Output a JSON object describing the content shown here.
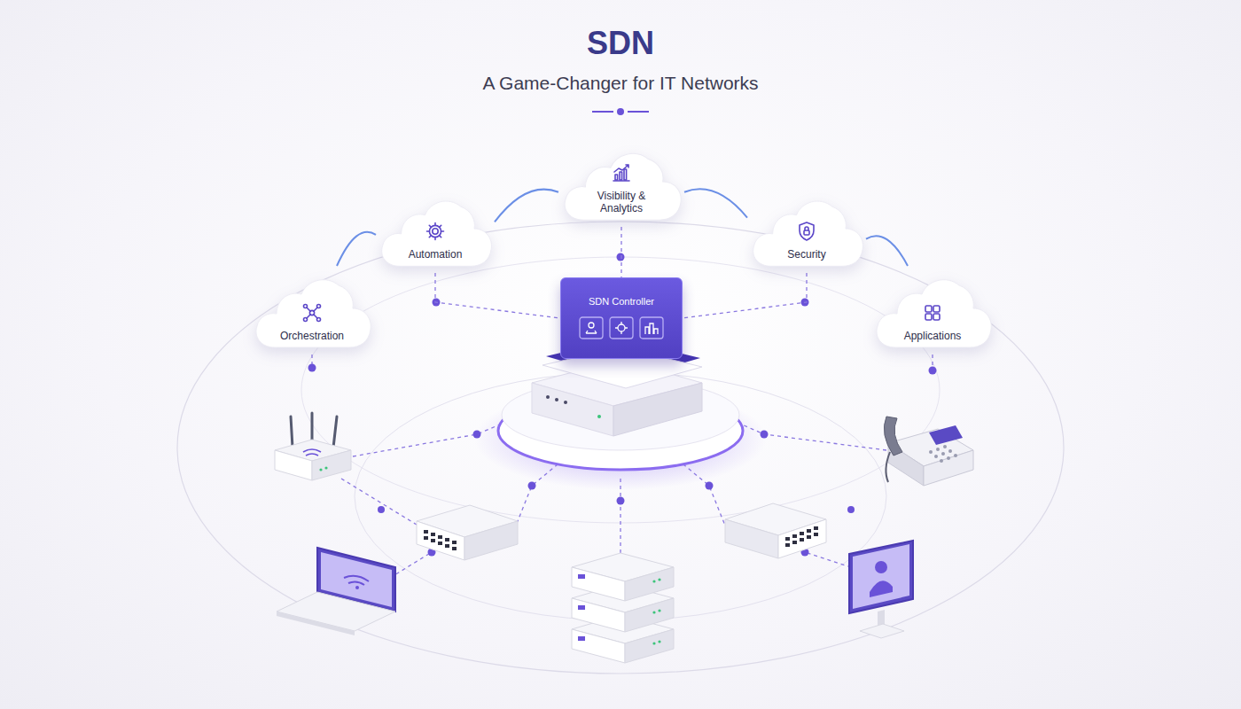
{
  "diagram": {
    "title": "SDN",
    "caption": "A Game-Changer for IT Networks",
    "nodes": [
      {
        "text": [
          "Orchestration"
        ]
      },
      {
        "text": [
          "Automation"
        ]
      },
      {
        "text": [
          "Visibility & Analytics"
        ]
      },
      {
        "text": [
          "Security"
        ]
      },
      {
        "text": [
          "Applications"
        ]
      },
      {
        "text": [
          "SDN Controller"
        ]
      }
    ],
    "edges": [
      {
        "from": 0,
        "to": 1,
        "arrow": "none"
      },
      {
        "from": 1,
        "to": 2,
        "arrow": "none"
      },
      {
        "from": 2,
        "to": 3,
        "arrow": "none"
      },
      {
        "from": 3,
        "to": 4,
        "arrow": "none"
      },
      {
        "from": 1,
        "to": 5,
        "arrow": "none"
      },
      {
        "from": 2,
        "to": 5,
        "arrow": "none"
      },
      {
        "from": 3,
        "to": 5,
        "arrow": "none"
      }
    ]
  }
}
